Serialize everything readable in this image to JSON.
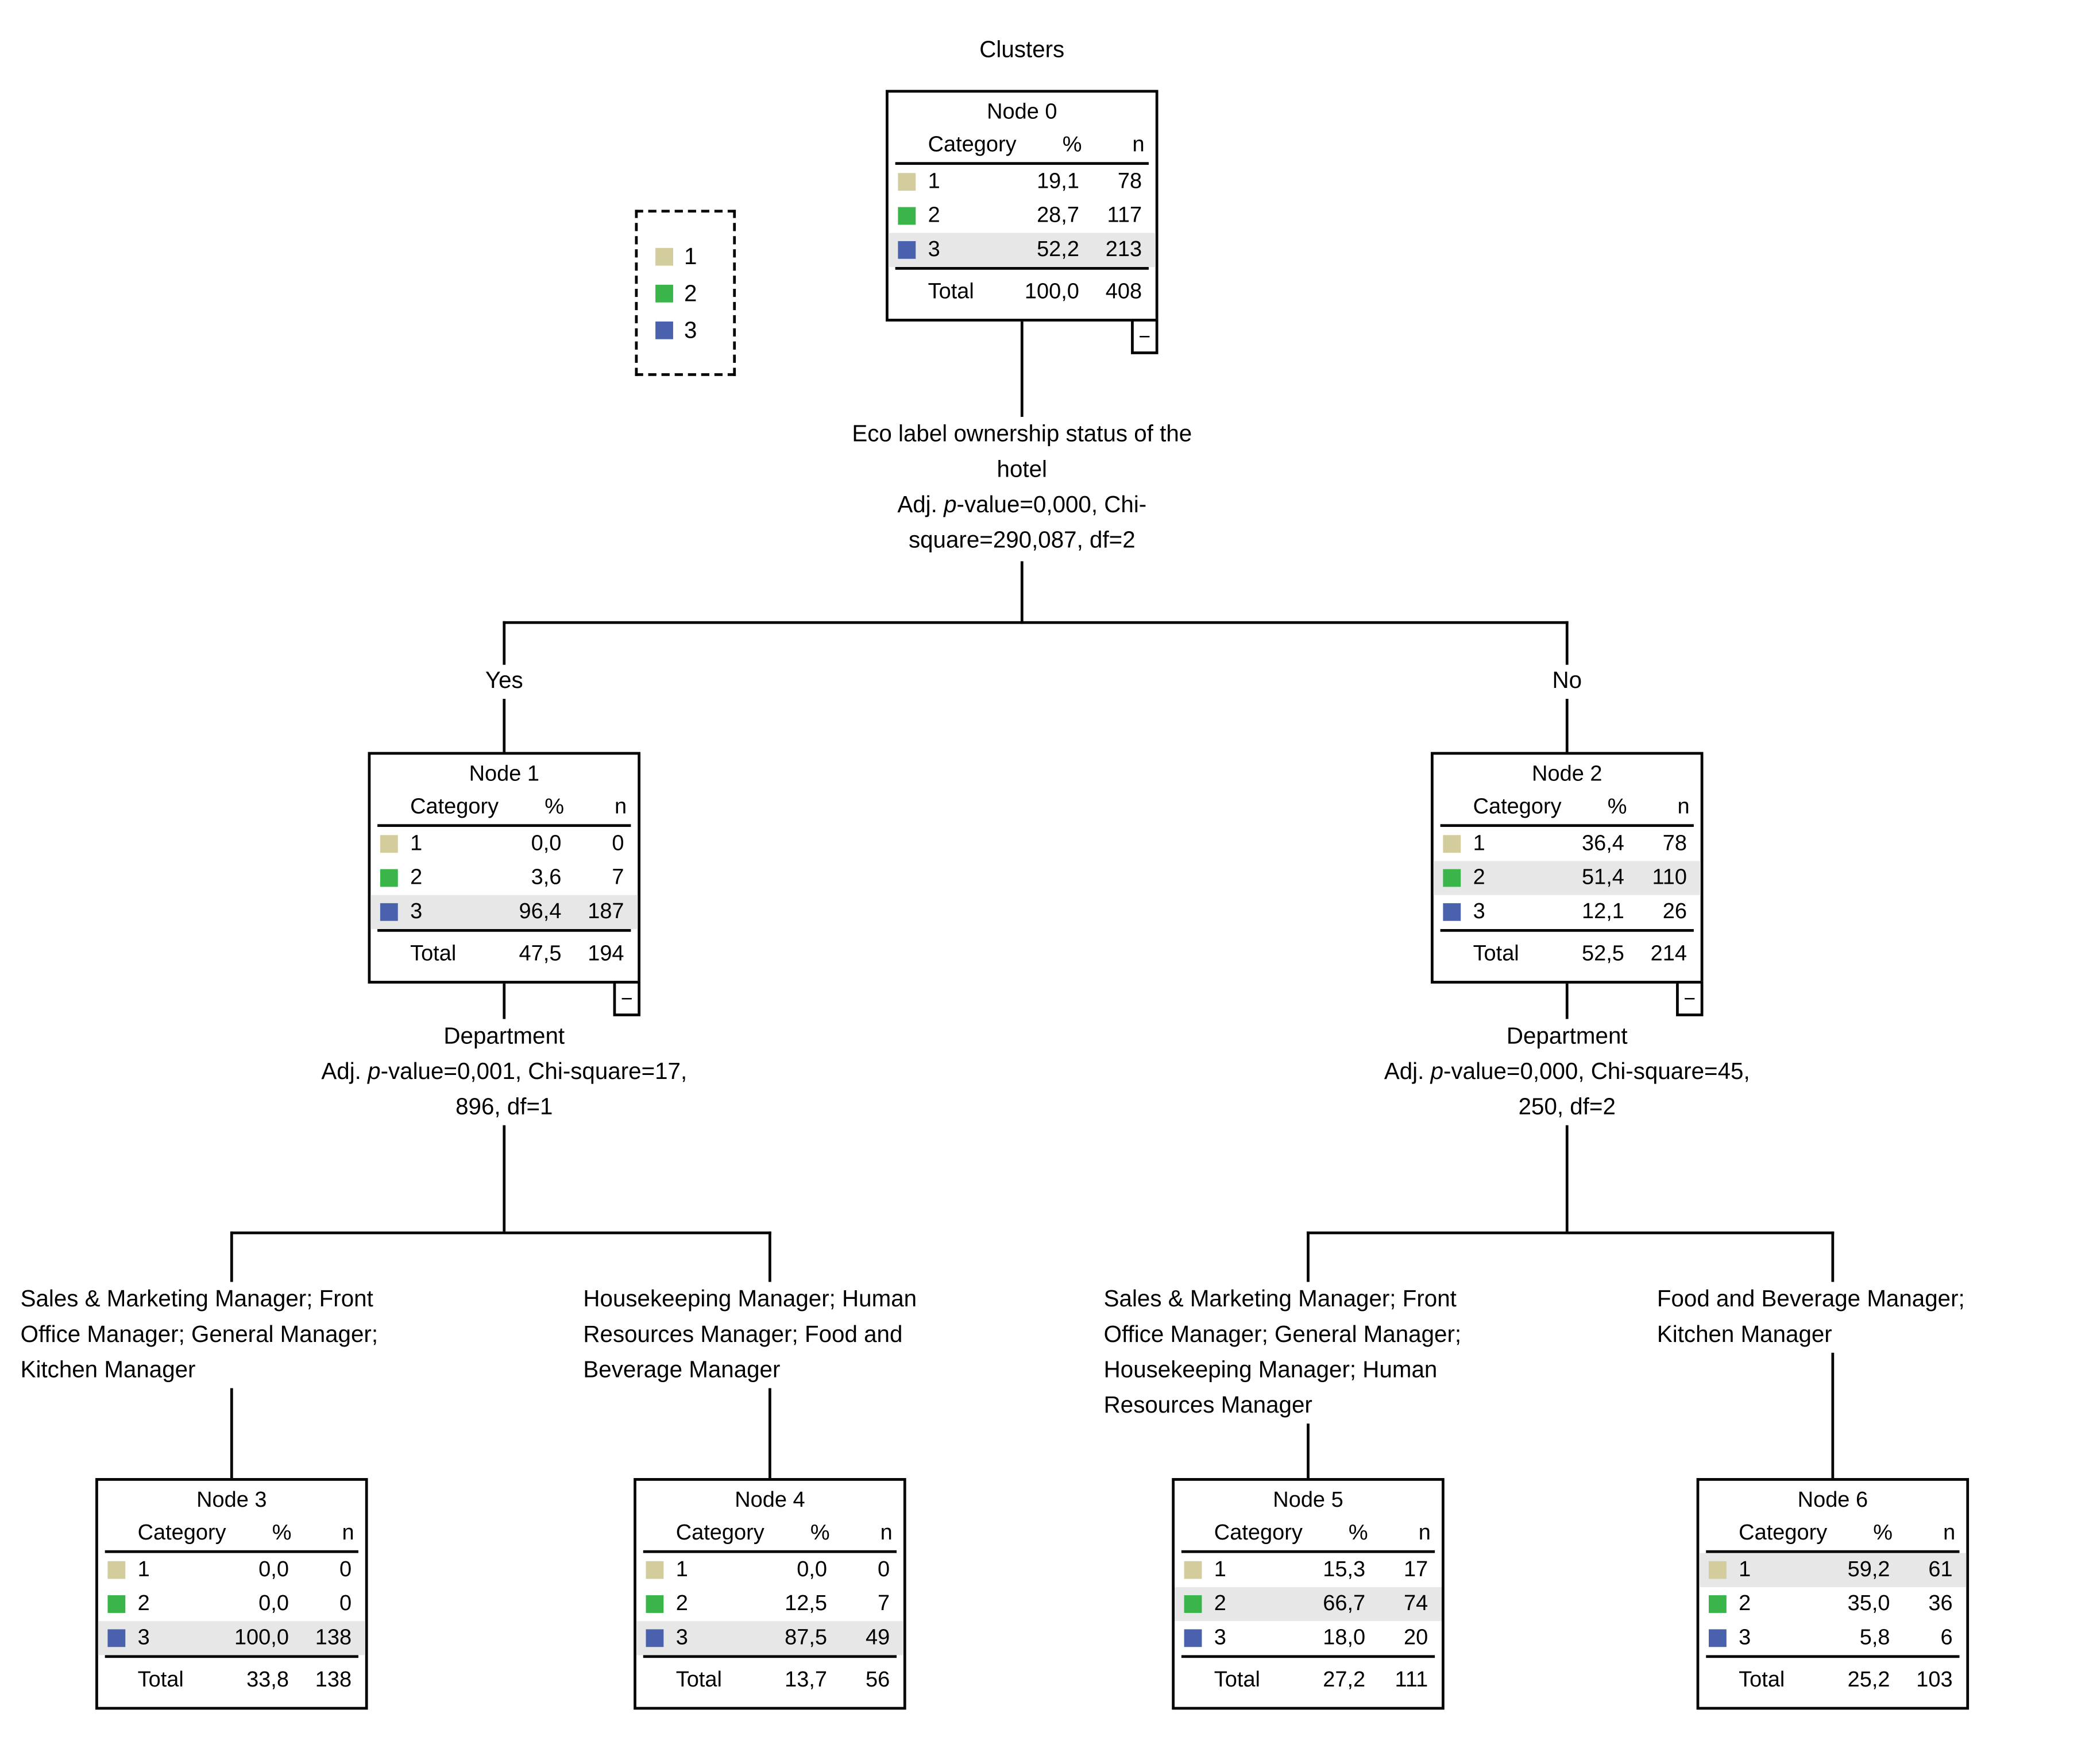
{
  "title": "Clusters",
  "glyphs": {
    "minus": "−"
  },
  "colors": {
    "cat1": "#d3cc9c",
    "cat2": "#3ab54a",
    "cat3": "#4a62ae",
    "highlight": "#e7e7e7",
    "line": "#000000"
  },
  "legend": {
    "items": [
      {
        "label": "1",
        "color_key": "cat1"
      },
      {
        "label": "2",
        "color_key": "cat2"
      },
      {
        "label": "3",
        "color_key": "cat3"
      }
    ]
  },
  "table_labels": {
    "category": "Category",
    "percent": "%",
    "n": "n",
    "total": "Total"
  },
  "branch_labels": {
    "yes": "Yes",
    "no": "No"
  },
  "splits": {
    "root": {
      "variable_lines": [
        "Eco label ownership status of the",
        "hotel"
      ],
      "stat_prefix": "Adj. ",
      "stat_p": "p",
      "stat_line1_rest": "-value=0,000, Chi-",
      "stat_line2": "square=290,087, df=2"
    },
    "node1": {
      "variable_lines": [
        "Department"
      ],
      "stat_prefix": "Adj. ",
      "stat_p": "p",
      "stat_line1_rest": "-value=0,001, Chi-square=17,",
      "stat_line2": "896, df=1"
    },
    "node2": {
      "variable_lines": [
        "Department"
      ],
      "stat_prefix": "Adj. ",
      "stat_p": "p",
      "stat_line1_rest": "-value=0,000, Chi-square=45,",
      "stat_line2": "250, df=2"
    }
  },
  "edge_labels": {
    "node3": [
      "Sales & Marketing Manager; Front",
      "Office Manager; General Manager;",
      "Kitchen Manager"
    ],
    "node4": [
      "Housekeeping Manager; Human",
      "Resources Manager; Food and",
      "Beverage Manager"
    ],
    "node5": [
      "Sales & Marketing Manager; Front",
      "Office Manager; General Manager;",
      "Housekeeping Manager; Human",
      "Resources Manager"
    ],
    "node6": [
      "Food and Beverage Manager;",
      "Kitchen Manager"
    ]
  },
  "nodes": [
    {
      "title": "Node 0",
      "rows": [
        {
          "category": "1",
          "percent": "19,1",
          "n": "78",
          "highlight": false,
          "color_key": "cat1"
        },
        {
          "category": "2",
          "percent": "28,7",
          "n": "117",
          "highlight": false,
          "color_key": "cat2"
        },
        {
          "category": "3",
          "percent": "52,2",
          "n": "213",
          "highlight": true,
          "color_key": "cat3"
        }
      ],
      "total": {
        "percent": "100,0",
        "n": "408"
      }
    },
    {
      "title": "Node 1",
      "rows": [
        {
          "category": "1",
          "percent": "0,0",
          "n": "0",
          "highlight": false,
          "color_key": "cat1"
        },
        {
          "category": "2",
          "percent": "3,6",
          "n": "7",
          "highlight": false,
          "color_key": "cat2"
        },
        {
          "category": "3",
          "percent": "96,4",
          "n": "187",
          "highlight": true,
          "color_key": "cat3"
        }
      ],
      "total": {
        "percent": "47,5",
        "n": "194"
      }
    },
    {
      "title": "Node 2",
      "rows": [
        {
          "category": "1",
          "percent": "36,4",
          "n": "78",
          "highlight": false,
          "color_key": "cat1"
        },
        {
          "category": "2",
          "percent": "51,4",
          "n": "110",
          "highlight": true,
          "color_key": "cat2"
        },
        {
          "category": "3",
          "percent": "12,1",
          "n": "26",
          "highlight": false,
          "color_key": "cat3"
        }
      ],
      "total": {
        "percent": "52,5",
        "n": "214"
      }
    },
    {
      "title": "Node 3",
      "rows": [
        {
          "category": "1",
          "percent": "0,0",
          "n": "0",
          "highlight": false,
          "color_key": "cat1"
        },
        {
          "category": "2",
          "percent": "0,0",
          "n": "0",
          "highlight": false,
          "color_key": "cat2"
        },
        {
          "category": "3",
          "percent": "100,0",
          "n": "138",
          "highlight": true,
          "color_key": "cat3"
        }
      ],
      "total": {
        "percent": "33,8",
        "n": "138"
      }
    },
    {
      "title": "Node 4",
      "rows": [
        {
          "category": "1",
          "percent": "0,0",
          "n": "0",
          "highlight": false,
          "color_key": "cat1"
        },
        {
          "category": "2",
          "percent": "12,5",
          "n": "7",
          "highlight": false,
          "color_key": "cat2"
        },
        {
          "category": "3",
          "percent": "87,5",
          "n": "49",
          "highlight": true,
          "color_key": "cat3"
        }
      ],
      "total": {
        "percent": "13,7",
        "n": "56"
      }
    },
    {
      "title": "Node 5",
      "rows": [
        {
          "category": "1",
          "percent": "15,3",
          "n": "17",
          "highlight": false,
          "color_key": "cat1"
        },
        {
          "category": "2",
          "percent": "66,7",
          "n": "74",
          "highlight": true,
          "color_key": "cat2"
        },
        {
          "category": "3",
          "percent": "18,0",
          "n": "20",
          "highlight": false,
          "color_key": "cat3"
        }
      ],
      "total": {
        "percent": "27,2",
        "n": "111"
      }
    },
    {
      "title": "Node 6",
      "rows": [
        {
          "category": "1",
          "percent": "59,2",
          "n": "61",
          "highlight": true,
          "color_key": "cat1"
        },
        {
          "category": "2",
          "percent": "35,0",
          "n": "36",
          "highlight": false,
          "color_key": "cat2"
        },
        {
          "category": "3",
          "percent": "5,8",
          "n": "6",
          "highlight": false,
          "color_key": "cat3"
        }
      ],
      "total": {
        "percent": "25,2",
        "n": "103"
      }
    }
  ]
}
